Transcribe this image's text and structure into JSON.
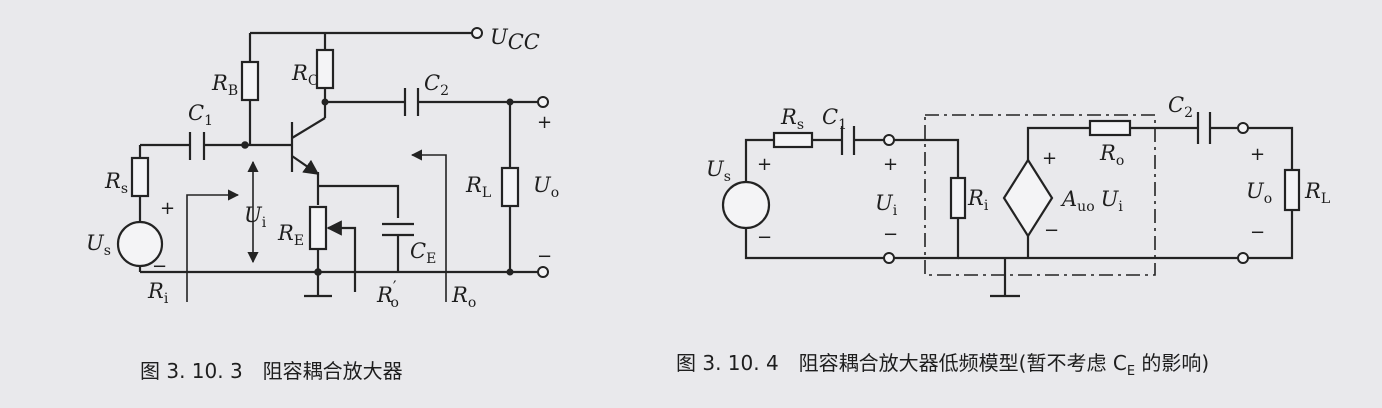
{
  "figure_left": {
    "caption": "图 3. 10. 3　阻容耦合放大器",
    "labels": {
      "ucc": "U",
      "ucc_sub": "CC",
      "rb": "R",
      "rb_sub": "B",
      "rc": "R",
      "rc_sub": "C",
      "c1": "C",
      "c1_sub": "1",
      "c2": "C",
      "c2_sub": "2",
      "rs": "R",
      "rs_sub": "s",
      "us": "U",
      "us_sub": "s",
      "ui": "U",
      "ui_sub": "i",
      "re": "R",
      "re_sub": "E",
      "ce": "C",
      "ce_sub": "E",
      "rl": "R",
      "rl_sub": "L",
      "uo": "U",
      "uo_sub": "o",
      "ri": "R",
      "ri_sub": "i",
      "ro_prime": "R",
      "ro_prime_sub": "o",
      "ro_prime_mark": "′",
      "ro": "R",
      "ro_sub": "o",
      "plus_src": "+",
      "minus_src": "−",
      "plus_out": "+",
      "minus_out": "−"
    }
  },
  "figure_right": {
    "caption": "图 3. 10. 4　阻容耦合放大器低频模型(暂不考虑 C",
    "caption_sub": "E",
    "caption_tail": " 的影响)",
    "labels": {
      "rs": "R",
      "rs_sub": "s",
      "c1": "C",
      "c1_sub": "1",
      "us": "U",
      "us_sub": "s",
      "ui": "U",
      "ui_sub": "i",
      "ri": "R",
      "ri_sub": "i",
      "auo": "A",
      "auo_sub": "uo",
      "ui2": "U",
      "ui2_sub": "i",
      "ro": "R",
      "ro_sub": "o",
      "c2": "C",
      "c2_sub": "2",
      "uo": "U",
      "uo_sub": "o",
      "rl": "R",
      "rl_sub": "L",
      "plus_src": "+",
      "minus_src": "−",
      "plus_in": "+",
      "minus_in": "−",
      "plus_dep": "+",
      "minus_dep": "−",
      "plus_out": "+",
      "minus_out": "−"
    }
  }
}
